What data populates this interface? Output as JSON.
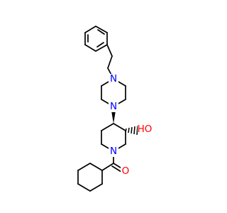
{
  "colors": {
    "background": "#ffffff",
    "bond": "#000000",
    "nitrogen": "#0000ff",
    "oxygen": "#ff0000"
  },
  "atoms": {
    "n_upper": "N",
    "n_lower": "N",
    "n_piperidine": "N",
    "hydroxyl": "HO",
    "carbonyl_oxygen": "O"
  }
}
